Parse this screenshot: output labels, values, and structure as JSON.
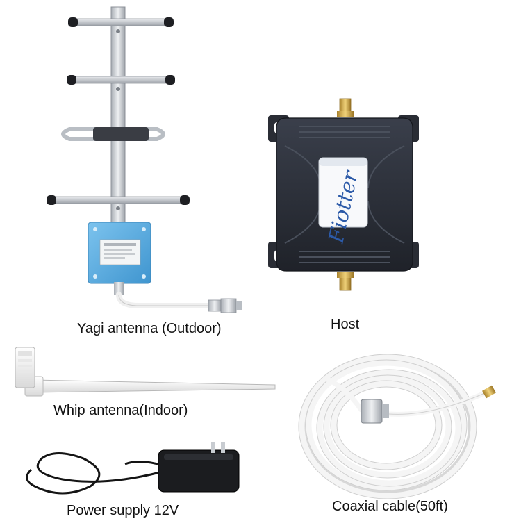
{
  "image": {
    "description_items": [
      {
        "id": "yagi",
        "caption": "Yagi antenna (Outdoor)",
        "icon": "yagi-antenna-icon"
      },
      {
        "id": "host",
        "caption": "Host",
        "icon": "signal-booster-host-icon"
      },
      {
        "id": "whip",
        "caption": "Whip antenna(Indoor)",
        "icon": "whip-antenna-icon"
      },
      {
        "id": "power",
        "caption": "Power supply 12V",
        "icon": "power-adapter-icon"
      },
      {
        "id": "coax",
        "caption": "Coaxial cable(50ft)",
        "icon": "coaxial-cable-icon"
      }
    ],
    "brand_logo": "Fiotter",
    "colors": {
      "background": "#ffffff",
      "host_body": "#2b2f3a",
      "yagi_plate": "#5aaee0",
      "metal": "#cfd3d8",
      "cable_white": "#f4f4f4",
      "connector_gold": "#c9a245"
    }
  }
}
